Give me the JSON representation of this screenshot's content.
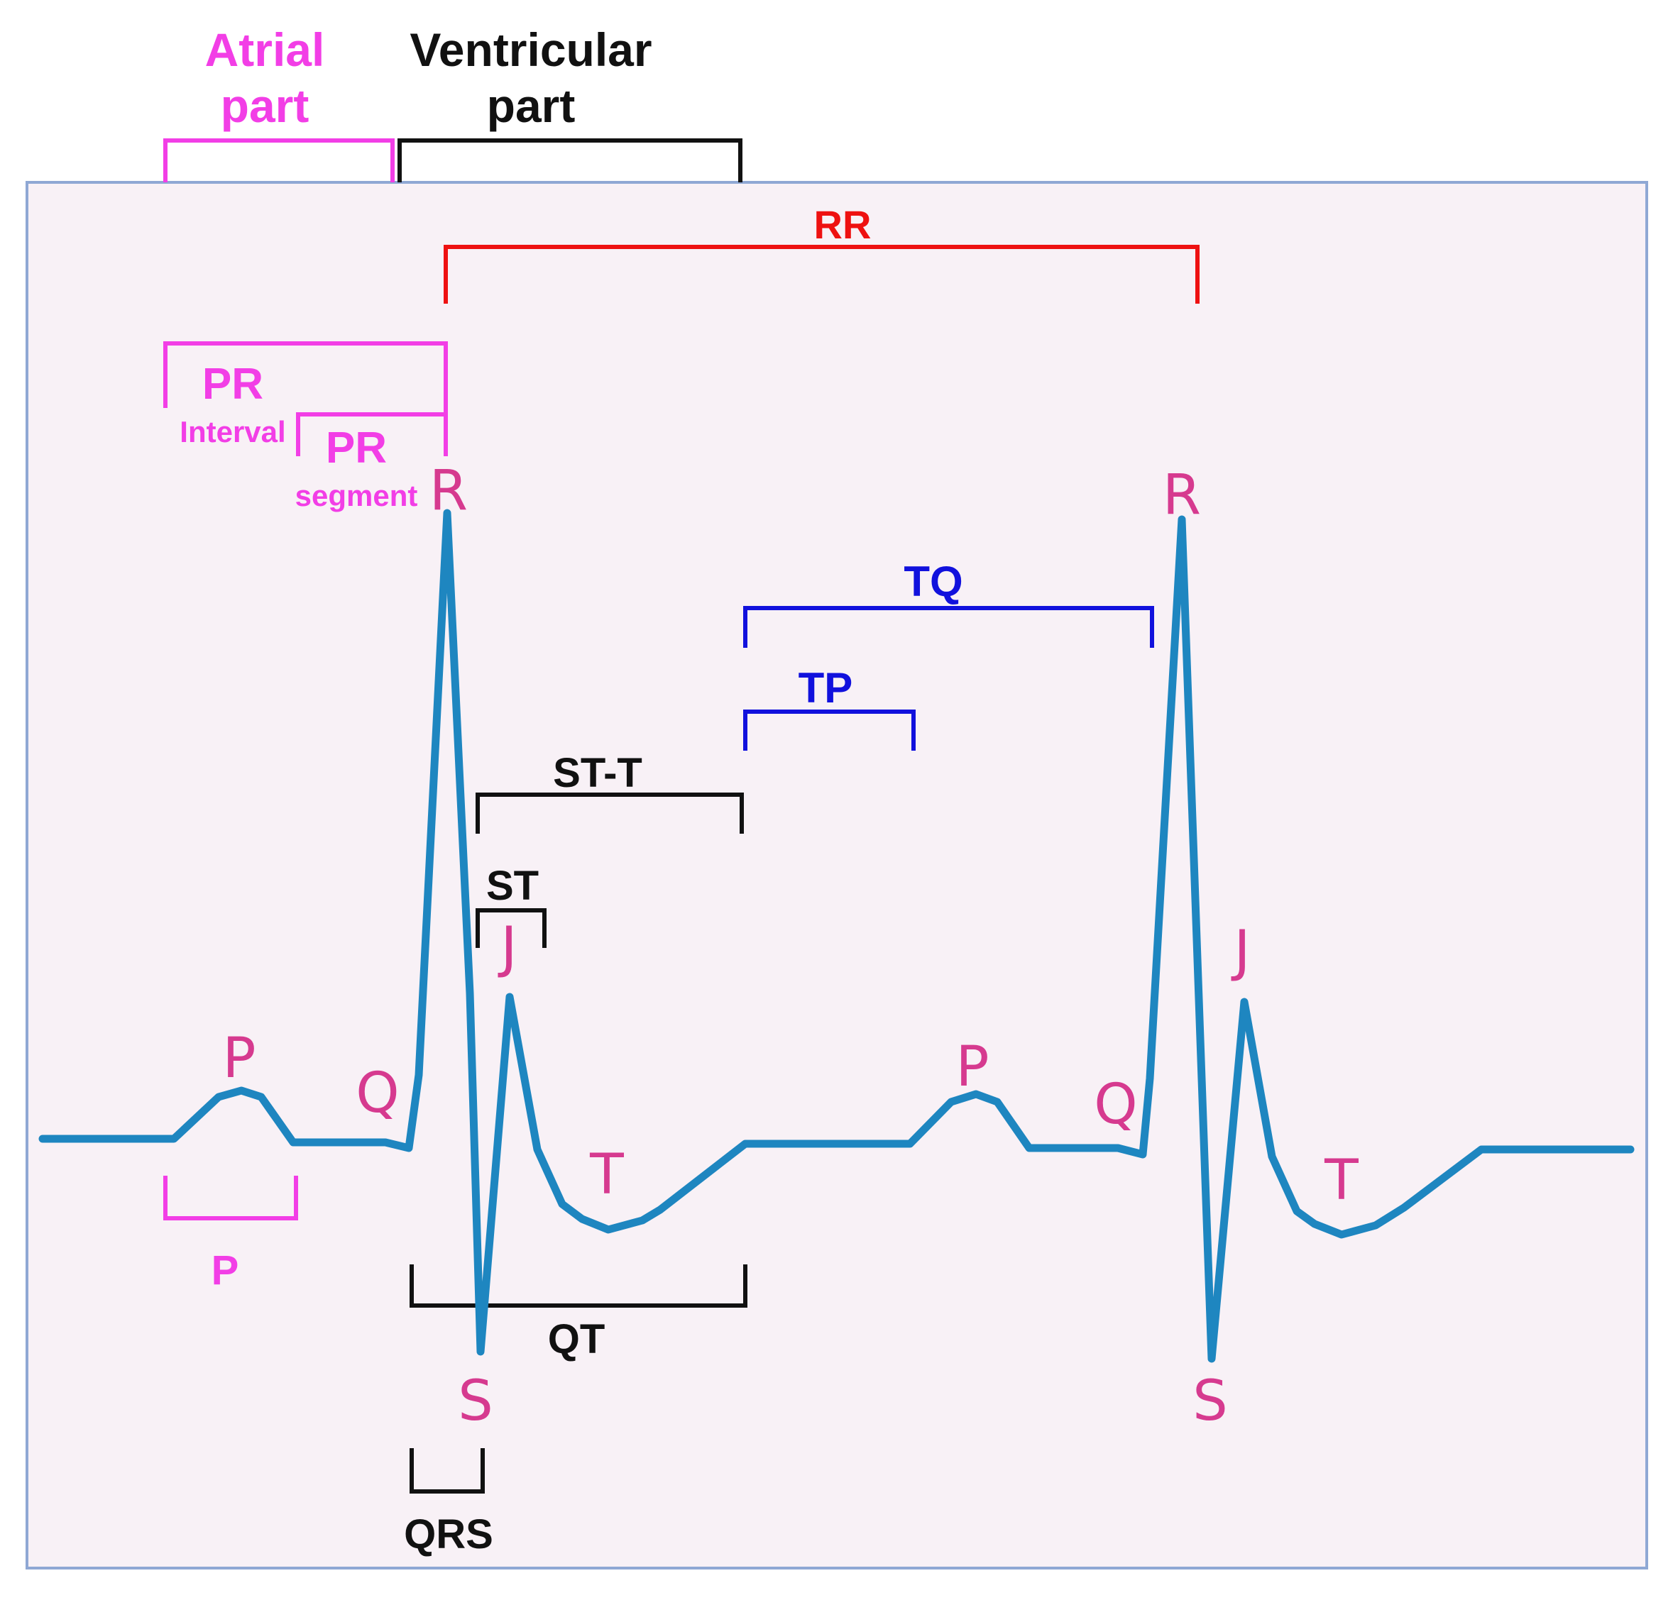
{
  "colors": {
    "panel_fill": "#f8f1f6",
    "panel_border": "#8fa8d4",
    "trace": "#1e86c0",
    "atrial": "#f23ee6",
    "ventricular": "#111111",
    "rr": "#ee1111",
    "tq": "#1111dd",
    "wave_label": "#d63a8f"
  },
  "header": {
    "atrial_line1": "Atrial",
    "atrial_line2": "part",
    "ventricular_line1": "Ventricular",
    "ventricular_line2": "part"
  },
  "intervals": {
    "rr": "RR",
    "pr_interval_main": "PR",
    "pr_interval_sub": "Interval",
    "pr_segment_main": "PR",
    "pr_segment_sub": "segment",
    "tq": "TQ",
    "tp": "TP",
    "st_t": "ST-T",
    "st": "ST",
    "p": "P",
    "qt": "QT",
    "qrs": "QRS"
  },
  "waves": {
    "beat1": {
      "p": "P",
      "q": "Q",
      "r": "R",
      "s": "S",
      "j": "J",
      "t": "T"
    },
    "beat2": {
      "p": "P",
      "q": "Q",
      "r": "R",
      "s": "S",
      "j": "J",
      "t": "T"
    }
  }
}
